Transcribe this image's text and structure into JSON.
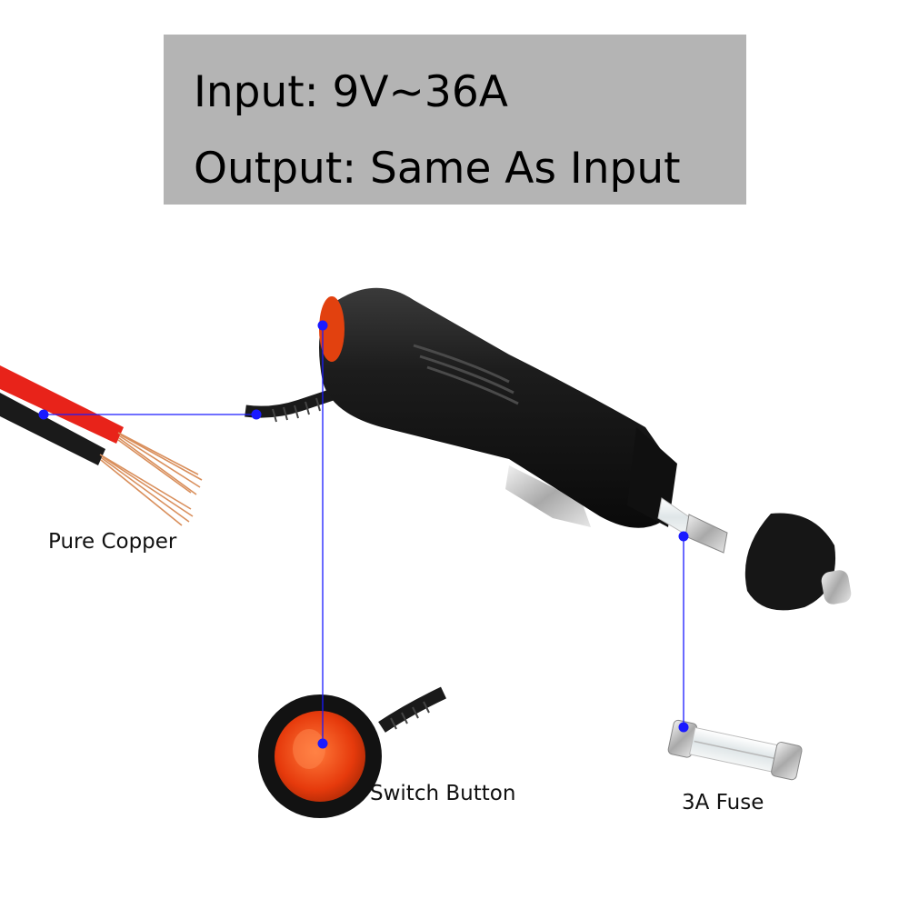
{
  "spec": {
    "input_line": "Input: 9V~36A",
    "output_line": "Output: Same As Input"
  },
  "labels": {
    "copper": "Pure Copper",
    "switch": "Switch Button",
    "fuse": "3A Fuse"
  },
  "colors": {
    "spec_background": "#b4b4b4",
    "callout_line": "#1a1aff",
    "red_wire": "#e8231a",
    "black_wire": "#1a1a1a",
    "plug_body": "#161616",
    "switch_lens": "#e8400f",
    "copper": "#e0a070"
  }
}
